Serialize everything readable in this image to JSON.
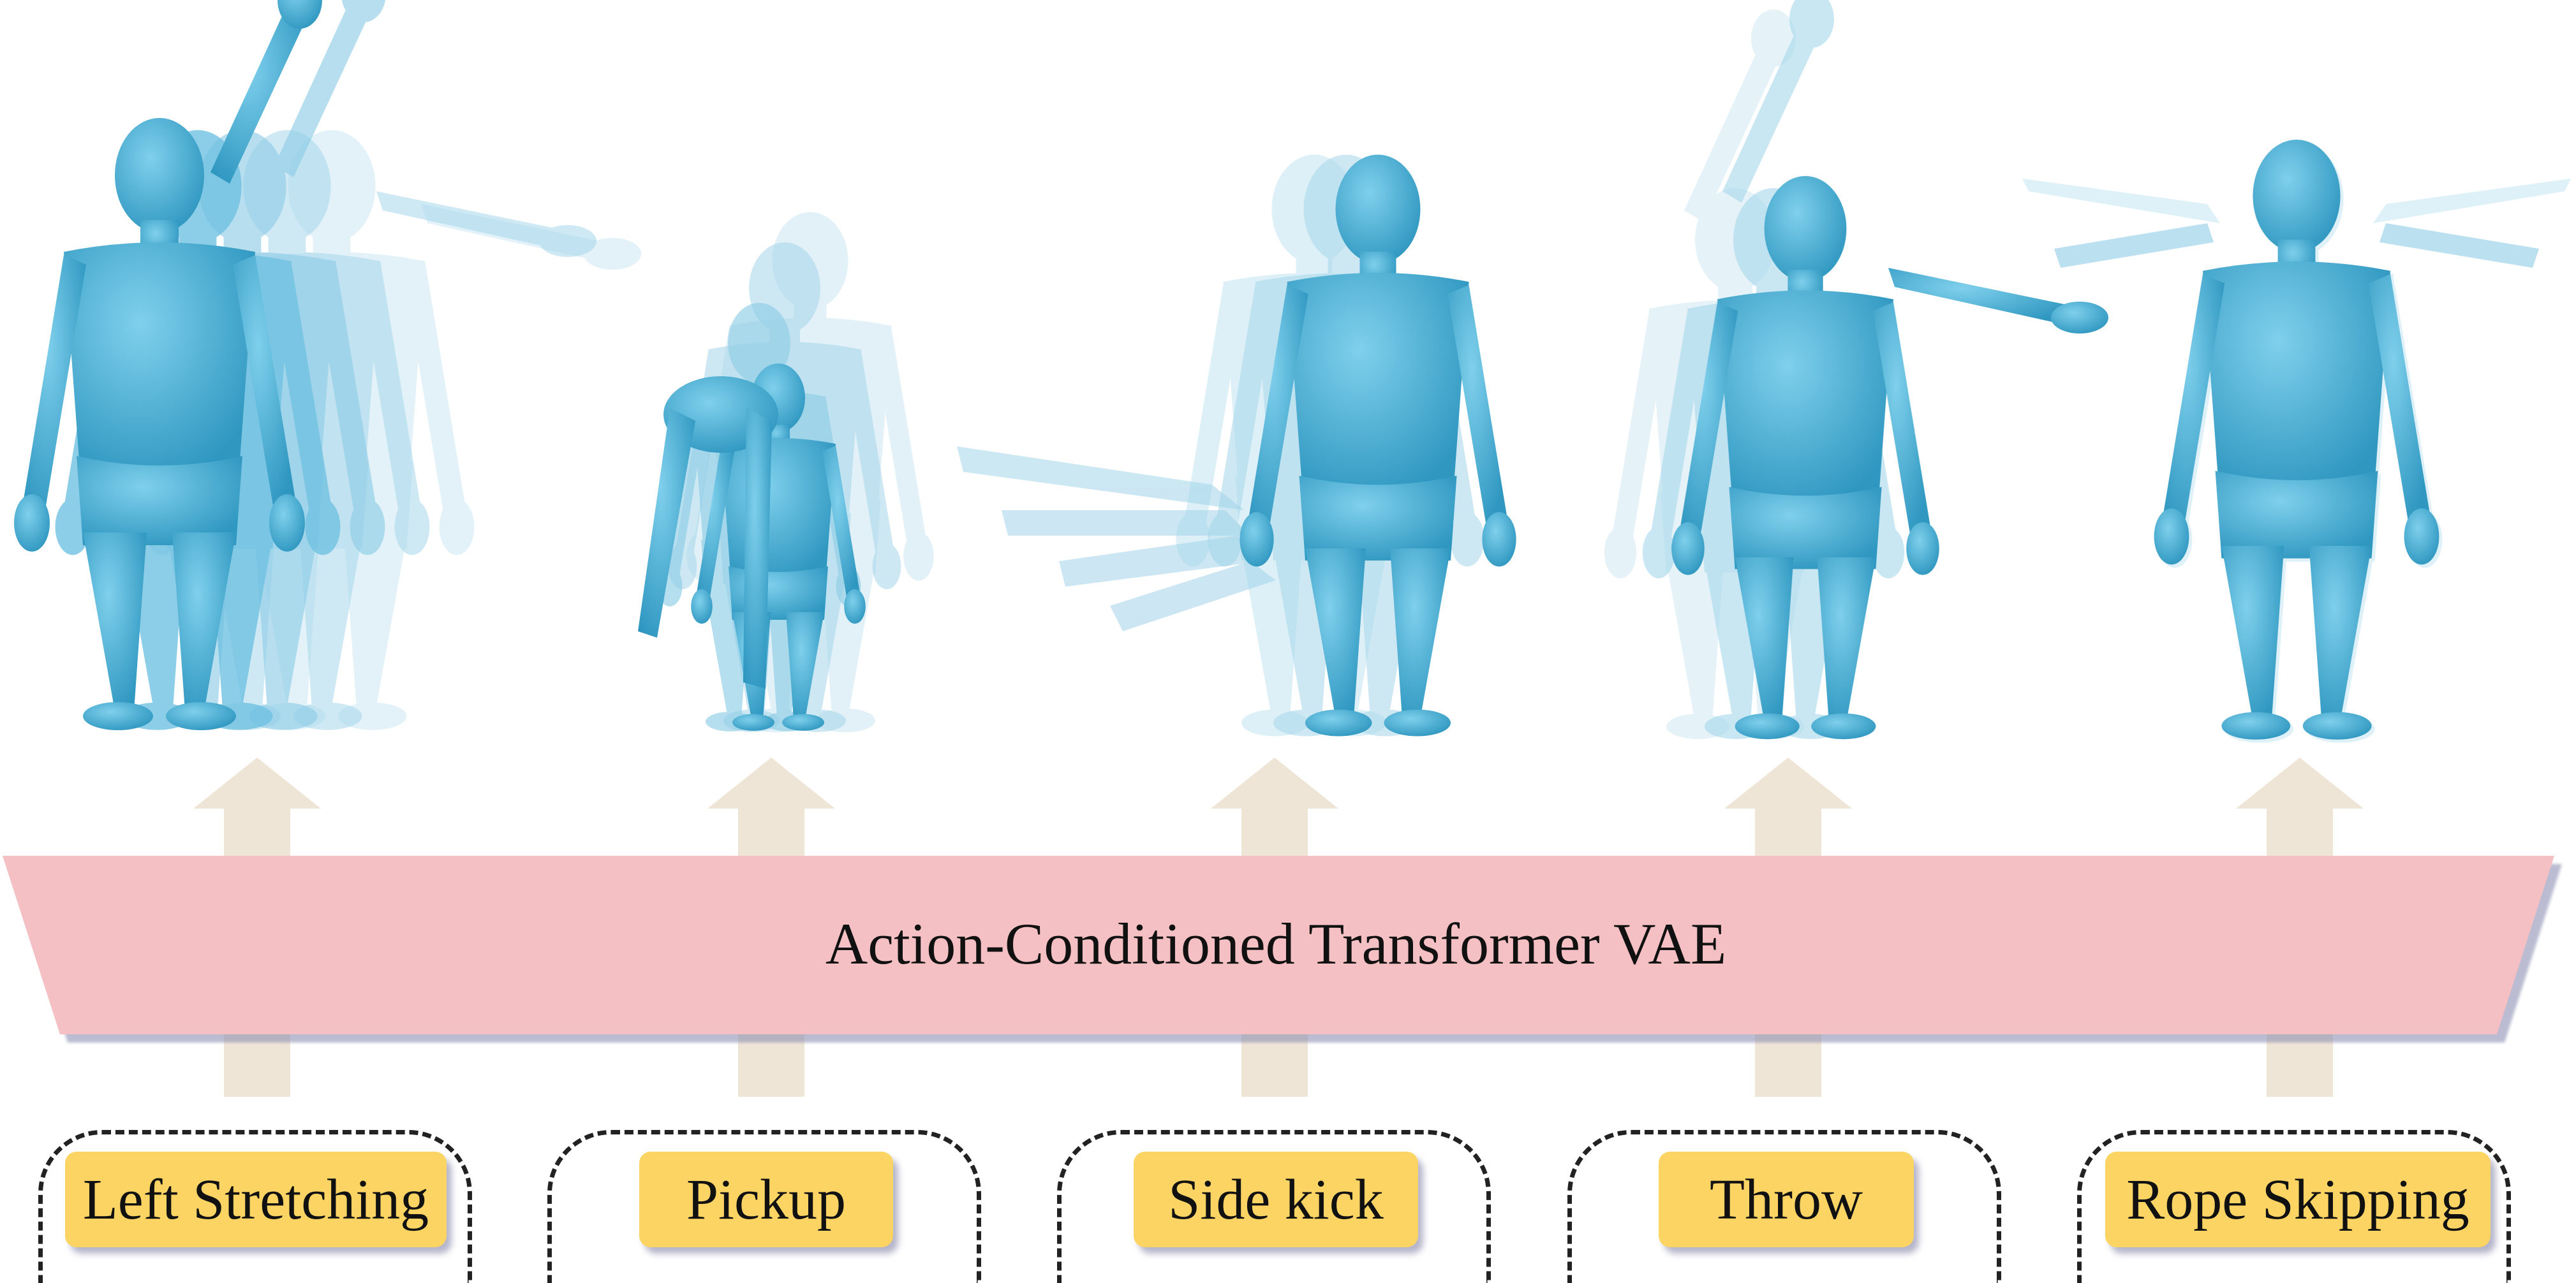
{
  "banner": {
    "label": "Action-Conditioned Transformer VAE"
  },
  "actions": [
    {
      "label": "Left Stretching"
    },
    {
      "label": "Pickup"
    },
    {
      "label": "Side kick"
    },
    {
      "label": "Throw"
    },
    {
      "label": "Rope Skipping"
    }
  ],
  "colors": {
    "banner_fill": "#f4c0c3",
    "arrow_fill": "#efe5d6",
    "label_fill": "#fbd464",
    "figure_body": "#4fb5d8",
    "figure_ghost": "#9fd3e6"
  },
  "icons": {
    "figure": "human-motion-figure-icon",
    "arrow": "up-arrow-icon"
  }
}
